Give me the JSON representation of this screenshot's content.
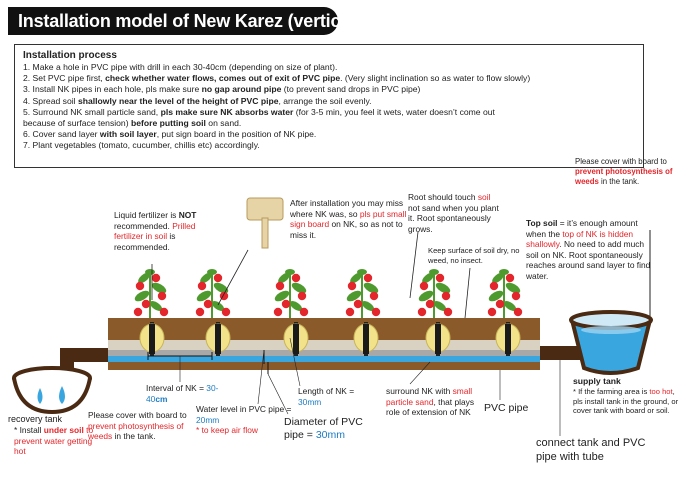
{
  "title": "Installation model of New Karez (vertical type)",
  "process": {
    "heading": "Installation process",
    "steps": [
      {
        "parts": [
          {
            "t": "1. Make a hole in PVC pipe with drill in each 30-40cm (depending on size of plant)."
          }
        ]
      },
      {
        "parts": [
          {
            "t": "2. Set PVC pipe first, "
          },
          {
            "t": "check whether water flows, comes out of exit of PVC pipe",
            "b": true
          },
          {
            "t": ". (Very slight inclination so as water to flow slowly)"
          }
        ]
      },
      {
        "parts": [
          {
            "t": "3. Install NK pipes in each hole, pls make sure "
          },
          {
            "t": "no gap around pipe",
            "b": true
          },
          {
            "t": " (to prevent sand drops in PVC pipe)"
          }
        ]
      },
      {
        "parts": [
          {
            "t": "4. Spread soil "
          },
          {
            "t": "shallowly near the level of the height of PVC pipe",
            "b": true
          },
          {
            "t": ", arrange the soil evenly."
          }
        ]
      },
      {
        "parts": [
          {
            "t": "5. Surround NK small particle sand, "
          },
          {
            "t": "pls make sure NK absorbs water",
            "b": true
          },
          {
            "t": " (for 3-5 min, you feel it wets, water doesn’t come out"
          }
        ]
      },
      {
        "parts": [
          {
            "t": "because of surface tension) "
          },
          {
            "t": "before putting soil",
            "b": true
          },
          {
            "t": " on sand."
          }
        ]
      },
      {
        "parts": [
          {
            "t": "6. Cover sand layer "
          },
          {
            "t": "with soil layer",
            "b": true
          },
          {
            "t": ", put sign board in the position of NK pipe."
          }
        ]
      },
      {
        "parts": [
          {
            "t": "7. Plant vegetables (tomato, cucumber, chillis etc) accordingly."
          }
        ]
      }
    ]
  },
  "notes": {
    "liquid_fertilizer": [
      {
        "t": "Liquid fertilizer is "
      },
      {
        "t": "NOT",
        "b": true
      },
      {
        "t": " recommended. "
      },
      {
        "t": "Prilled fertilizer in soil",
        "c": "red"
      },
      {
        "t": " is recommended."
      }
    ],
    "sign_board": [
      {
        "t": "After installation you may miss where NK was, so "
      },
      {
        "t": "pls put small sign board",
        "c": "red"
      },
      {
        "t": " on NK, so as not to miss it."
      }
    ],
    "root_soil": [
      {
        "t": "Root should touch "
      },
      {
        "t": "soil",
        "c": "red"
      },
      {
        "t": " not sand when you plant it. Root spontaneously grows."
      }
    ],
    "keep_dry": [
      {
        "t": "Keep surface of soil dry, no weed, no insect."
      }
    ],
    "top_soil": [
      {
        "t": "Top soil",
        "b": true
      },
      {
        "t": " = it’s enough amount when the "
      },
      {
        "t": "top of NK is hidden shallowly",
        "c": "red"
      },
      {
        "t": ". No need to add much soil on NK. Root spontaneously reaches around sand layer to find water."
      }
    ],
    "cover_tank_top": [
      {
        "t": "Please cover with board to "
      },
      {
        "t": "prevent photosynthesis of weeds",
        "c": "red",
        "b": true
      },
      {
        "t": " in the tank."
      }
    ],
    "supply_tank": [
      {
        "t": "supply tank",
        "b": true
      }
    ],
    "supply_tank_note": [
      {
        "t": "* If the farming area is "
      },
      {
        "t": "too hot",
        "c": "red"
      },
      {
        "t": ", pls install tank in the ground, or cover tank with board or soil."
      }
    ],
    "recovery_tank": [
      {
        "t": "recovery tank"
      }
    ],
    "recovery_note": [
      {
        "t": "* Install "
      },
      {
        "t": "under soil",
        "b": true,
        "c": "red"
      },
      {
        "t": " to prevent water getting hot",
        "c": "red"
      }
    ],
    "cover_tank_bottom": [
      {
        "t": "Please cover with board to "
      },
      {
        "t": "prevent photosynthesis of weeds",
        "c": "red"
      },
      {
        "t": " in the tank."
      }
    ],
    "interval": [
      {
        "t": "Interval of NK = "
      },
      {
        "t": "30-40",
        "c": "blue"
      },
      {
        "t": "cm",
        "b": true,
        "c": "blue"
      }
    ],
    "water_level": [
      {
        "t": "Water level in PVC pipe = "
      },
      {
        "t": "20mm",
        "c": "blue"
      },
      {
        "t": "\n* to keep air flow",
        "c": "red"
      }
    ],
    "length_nk": [
      {
        "t": "Length of NK = "
      },
      {
        "t": "30mm",
        "c": "blue"
      }
    ],
    "diameter": [
      {
        "t": "Diameter of PVC pipe = "
      },
      {
        "t": "30mm",
        "c": "blue"
      }
    ],
    "surround_nk": [
      {
        "t": "surround NK with "
      },
      {
        "t": "small particle sand",
        "c": "red"
      },
      {
        "t": ", that plays role of extension of NK"
      }
    ],
    "pvc_pipe": [
      {
        "t": "PVC pipe"
      }
    ],
    "connect": [
      {
        "t": "connect tank and PVC pipe with tube"
      }
    ]
  },
  "colors": {
    "soil": "#8a5a2b",
    "sand": "#d9d2c3",
    "water": "#3aa6e0",
    "pipe_gray": "#a8a8a8",
    "nk_yellow": "#f2e28a",
    "tomato": "#e3262b",
    "leaf": "#4f9a2e",
    "tube": "#4a2a12",
    "red_text": "#e3262b",
    "blue_text": "#1c7bc4"
  }
}
